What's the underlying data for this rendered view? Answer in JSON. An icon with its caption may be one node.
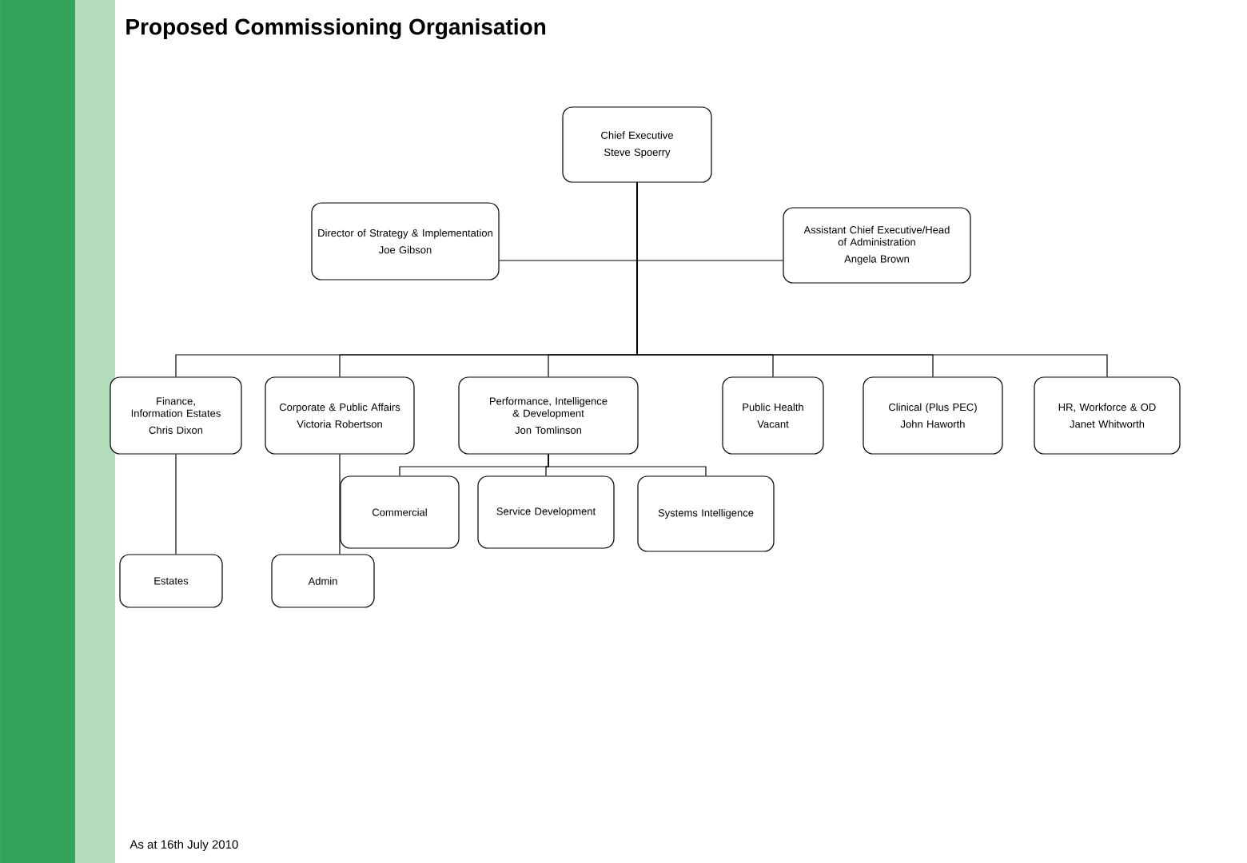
{
  "diagram": {
    "title": "Proposed Commissioning Organisation",
    "nodes": [
      {
        "text": [
          "Chief Executive",
          "Steve Spoerry"
        ]
      },
      {
        "text": [
          "Director of Strategy & Implementation",
          "Joe Gibson"
        ]
      },
      {
        "text": [
          "Assistant Chief Executive/Head of Administration",
          "Angela Brown"
        ]
      },
      {
        "text": [
          "Finance, Information Estates",
          "Chris Dixon"
        ]
      },
      {
        "text": [
          "Corporate & Public Affairs",
          "Victoria Robertson"
        ]
      },
      {
        "text": [
          "Performance, Intelligence & Development",
          "Jon Tomlinson"
        ]
      },
      {
        "text": [
          "Public Health",
          "Vacant"
        ]
      },
      {
        "text": [
          "Clinical (Plus PEC)",
          "John Haworth"
        ]
      },
      {
        "text": [
          "HR, Workforce & OD",
          "Janet Whitworth"
        ]
      },
      {
        "text": [
          "Commercial"
        ]
      },
      {
        "text": [
          "Service Development"
        ]
      },
      {
        "text": [
          "Systems Intelligence"
        ]
      },
      {
        "text": [
          "Estates"
        ]
      },
      {
        "text": [
          "Admin"
        ]
      }
    ],
    "edges": [
      {
        "from": 0,
        "to": 1,
        "arrow": "none"
      },
      {
        "from": 0,
        "to": 2,
        "arrow": "none"
      },
      {
        "from": 0,
        "to": 3,
        "arrow": "none"
      },
      {
        "from": 0,
        "to": 4,
        "arrow": "none"
      },
      {
        "from": 0,
        "to": 5,
        "arrow": "none"
      },
      {
        "from": 0,
        "to": 6,
        "arrow": "none"
      },
      {
        "from": 0,
        "to": 7,
        "arrow": "none"
      },
      {
        "from": 0,
        "to": 8,
        "arrow": "none"
      },
      {
        "from": 5,
        "to": 9,
        "arrow": "none"
      },
      {
        "from": 5,
        "to": 10,
        "arrow": "none"
      },
      {
        "from": 5,
        "to": 11,
        "arrow": "none"
      },
      {
        "from": 3,
        "to": 12,
        "arrow": "none"
      },
      {
        "from": 4,
        "to": 13,
        "arrow": "none"
      }
    ],
    "labels": [
      "As at 16th July 2010"
    ]
  }
}
